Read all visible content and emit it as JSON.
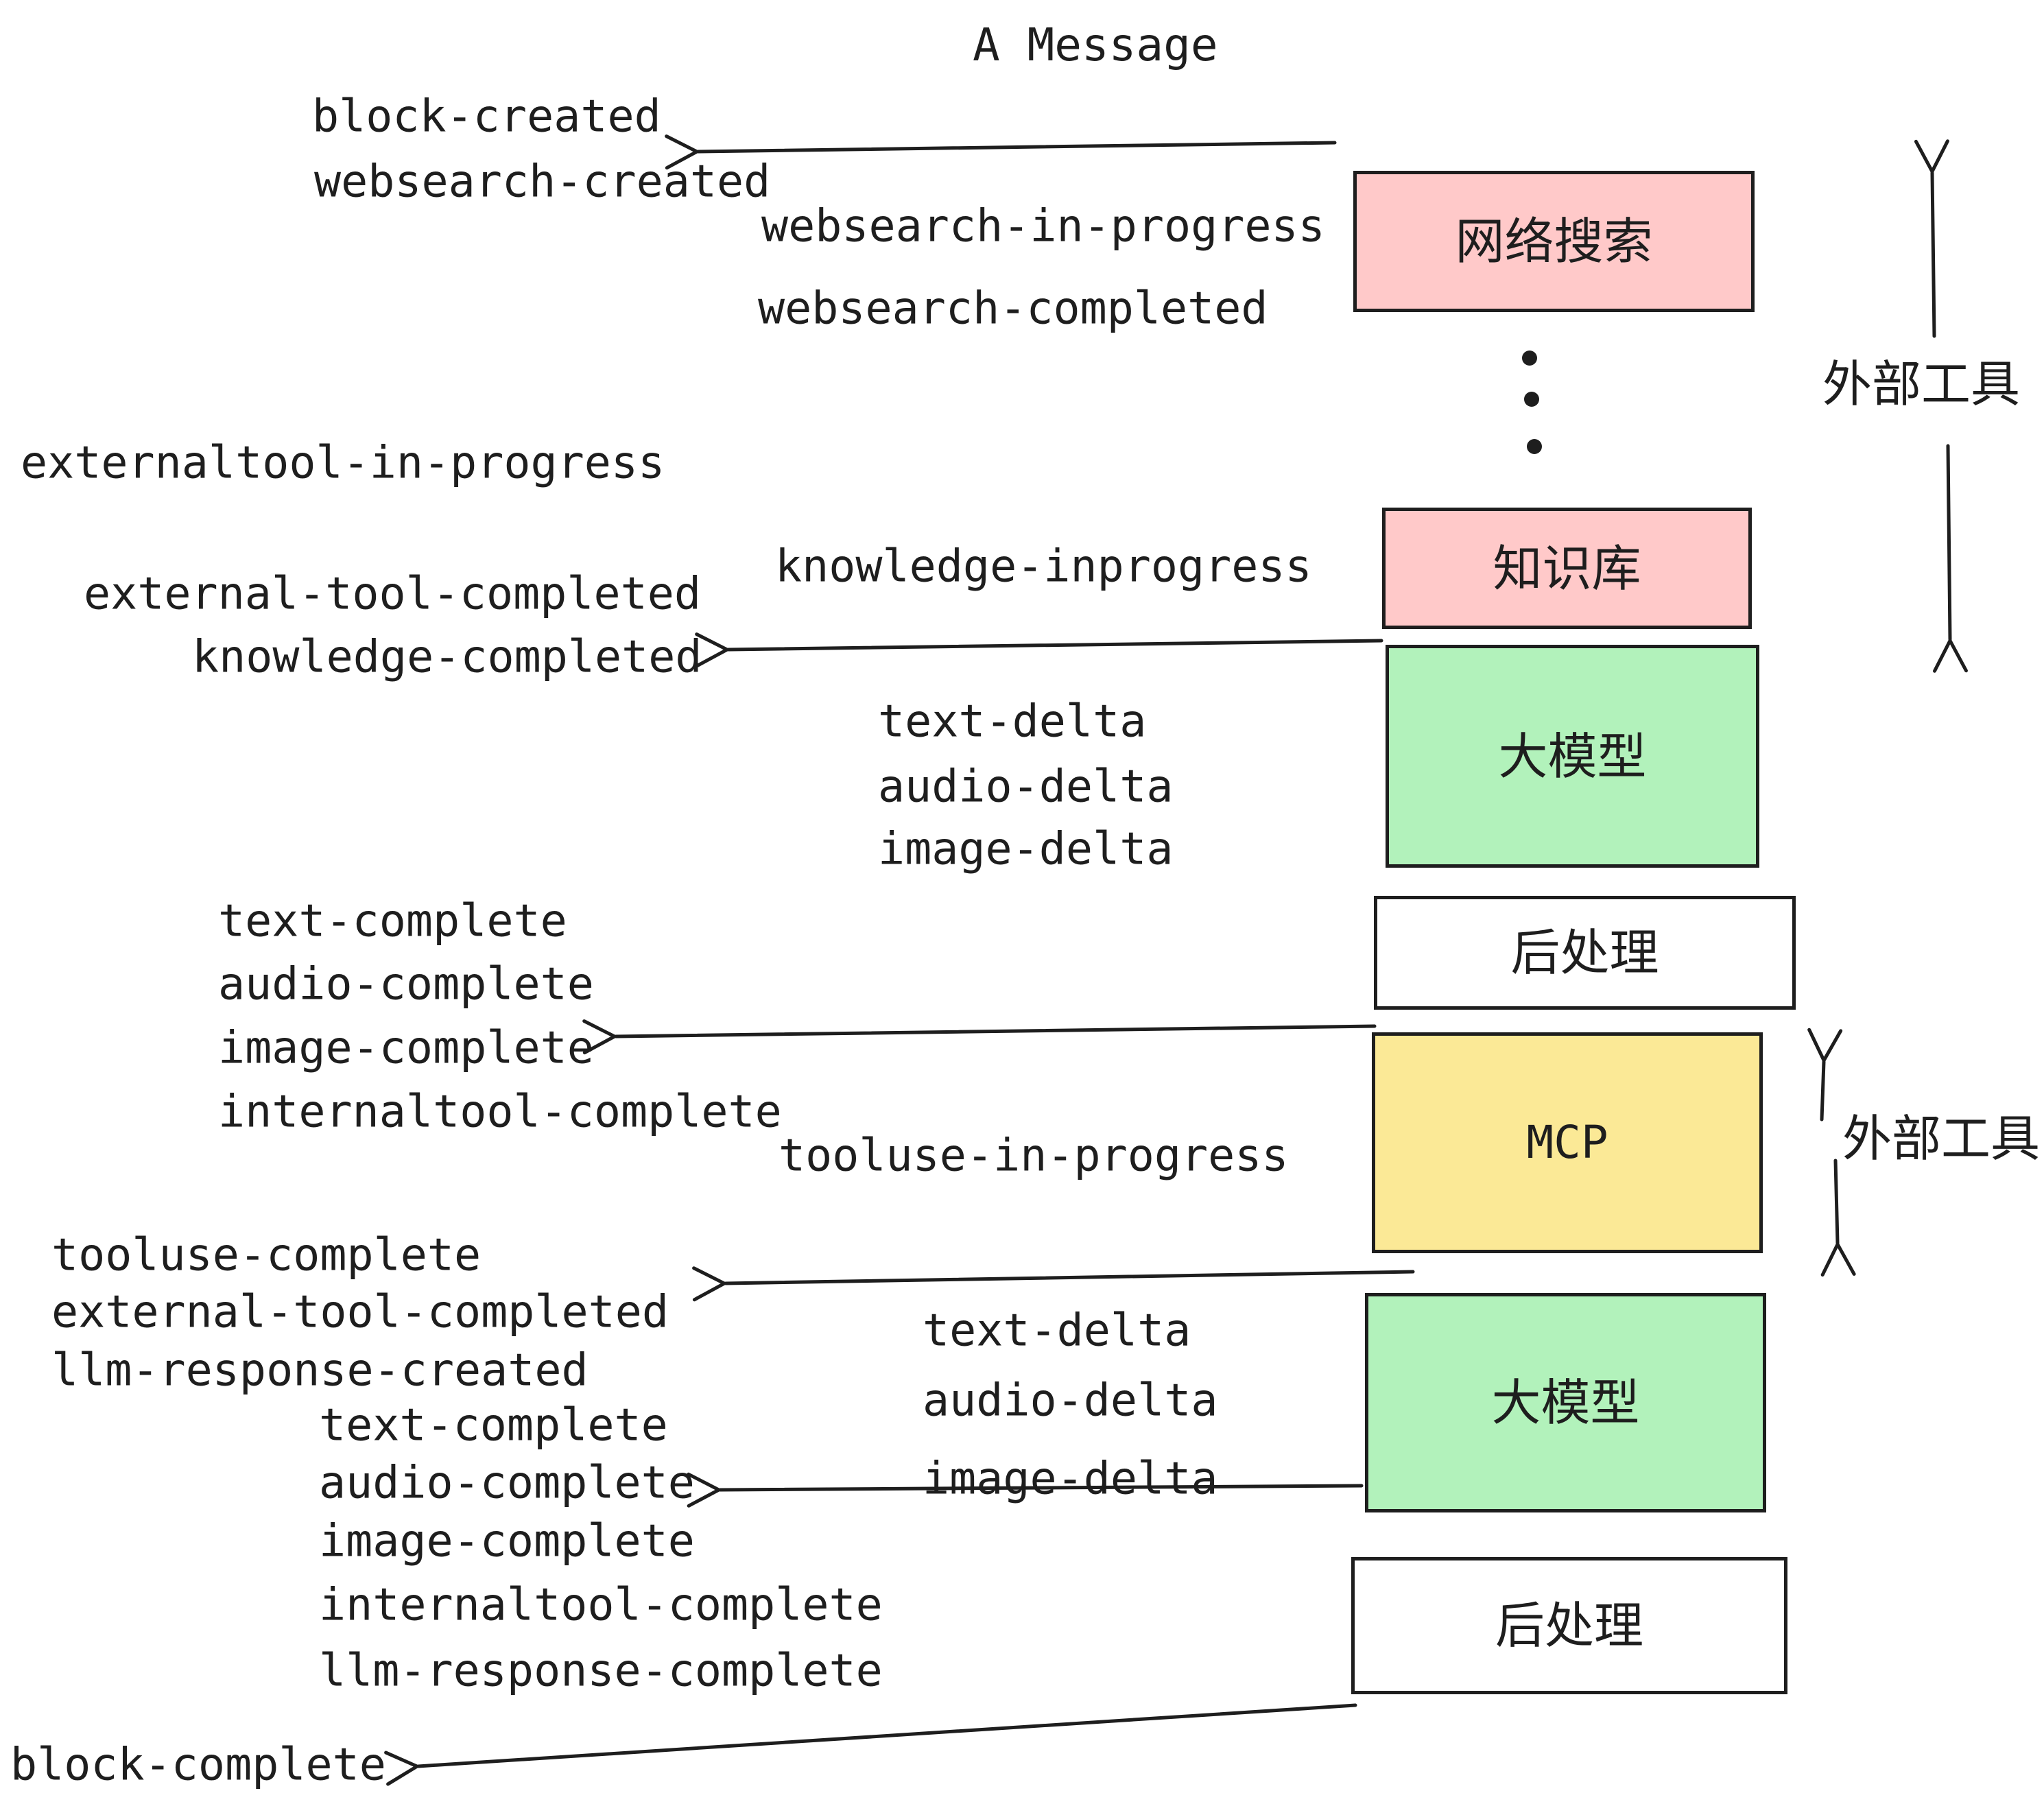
{
  "title": "A Message",
  "colors": {
    "box-pink": "#ffc9c9",
    "box-green": "#b2f2bb",
    "box-yellow": "#fbe996",
    "stroke": "#1e1e1e",
    "bg": "#ffffff"
  },
  "boxes": [
    {
      "id": "websearch",
      "label": "网络搜索"
    },
    {
      "id": "knowledge",
      "label": "知识库"
    },
    {
      "id": "llm-1",
      "label": "大模型"
    },
    {
      "id": "post-1",
      "label": "后处理"
    },
    {
      "id": "mcp",
      "label": "MCP"
    },
    {
      "id": "llm-2",
      "label": "大模型"
    },
    {
      "id": "post-2",
      "label": "后处理"
    }
  ],
  "side_labels": [
    {
      "label": "外部工具"
    },
    {
      "label": "外部工具"
    }
  ],
  "events": [
    {
      "label": "block-created"
    },
    {
      "label": "websearch-created"
    },
    {
      "label": "websearch-in-progress"
    },
    {
      "label": "websearch-completed"
    },
    {
      "label": "externaltool-in-progress"
    },
    {
      "label": "knowledge-inprogress"
    },
    {
      "label": "external-tool-completed"
    },
    {
      "label": "knowledge-completed"
    },
    {
      "label": "text-delta"
    },
    {
      "label": "audio-delta"
    },
    {
      "label": "image-delta"
    },
    {
      "label": "text-complete"
    },
    {
      "label": "audio-complete"
    },
    {
      "label": "image-complete"
    },
    {
      "label": "internaltool-complete"
    },
    {
      "label": "tooluse-in-progress"
    },
    {
      "label": "tooluse-complete"
    },
    {
      "label": "external-tool-completed"
    },
    {
      "label": "llm-response-created"
    },
    {
      "label": "text-complete"
    },
    {
      "label": "audio-complete"
    },
    {
      "label": "image-complete"
    },
    {
      "label": "text-delta"
    },
    {
      "label": "audio-delta"
    },
    {
      "label": "image-delta"
    },
    {
      "label": "internaltool-complete"
    },
    {
      "label": "llm-response-complete"
    },
    {
      "label": "block-complete"
    }
  ],
  "icons": {
    "left-arrow": "long left-pointing hand-drawn arrow",
    "up-arrow": "up-pointing hand-drawn arrow",
    "down-arrow": "down-pointing hand-drawn arrow",
    "vertical-ellipsis": "three vertical dots"
  }
}
